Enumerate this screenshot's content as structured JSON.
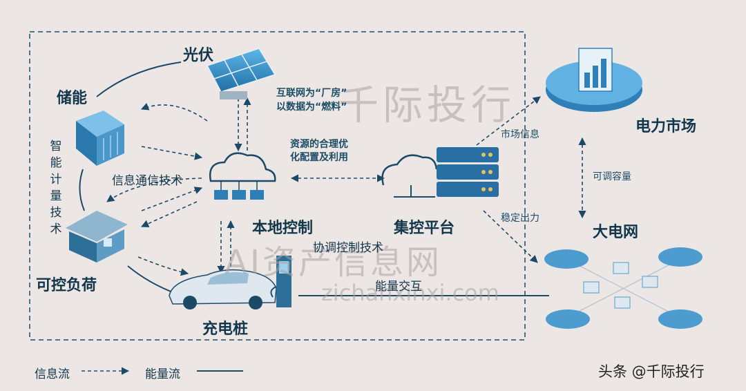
{
  "nodes": {
    "solar": "光伏",
    "storage": "储能",
    "metering": "智能计量技术",
    "controllable_load": "可控负荷",
    "local_control": "本地控制",
    "charging_pile": "充电桩",
    "central_platform": "集控平台",
    "power_market": "电力市场",
    "grid": "大电网"
  },
  "annotations": {
    "internet_line1": "互联网为“厂房”",
    "internet_line2": "以数据为“燃料”",
    "resource_line1": "资源的合理优",
    "resource_line2": "化配置及利用",
    "info_comm": "信息通信技术",
    "coordination": "协调控制技术",
    "energy_exchange": "能量交互",
    "market_info": "市场信息",
    "adjustable_capacity": "可调容量",
    "stable_output": "稳定出力"
  },
  "legend": {
    "info_flow": "信息流",
    "energy_flow": "能量流"
  },
  "watermarks": {
    "brand": "千际投行",
    "ai_asset": "AI资产信息网",
    "url": "zichanxinxi.com",
    "footer": "头条 @千际投行"
  },
  "colors": {
    "line": "#1c4a66",
    "accent": "#2e8fc4",
    "background": "#ece7e5"
  }
}
